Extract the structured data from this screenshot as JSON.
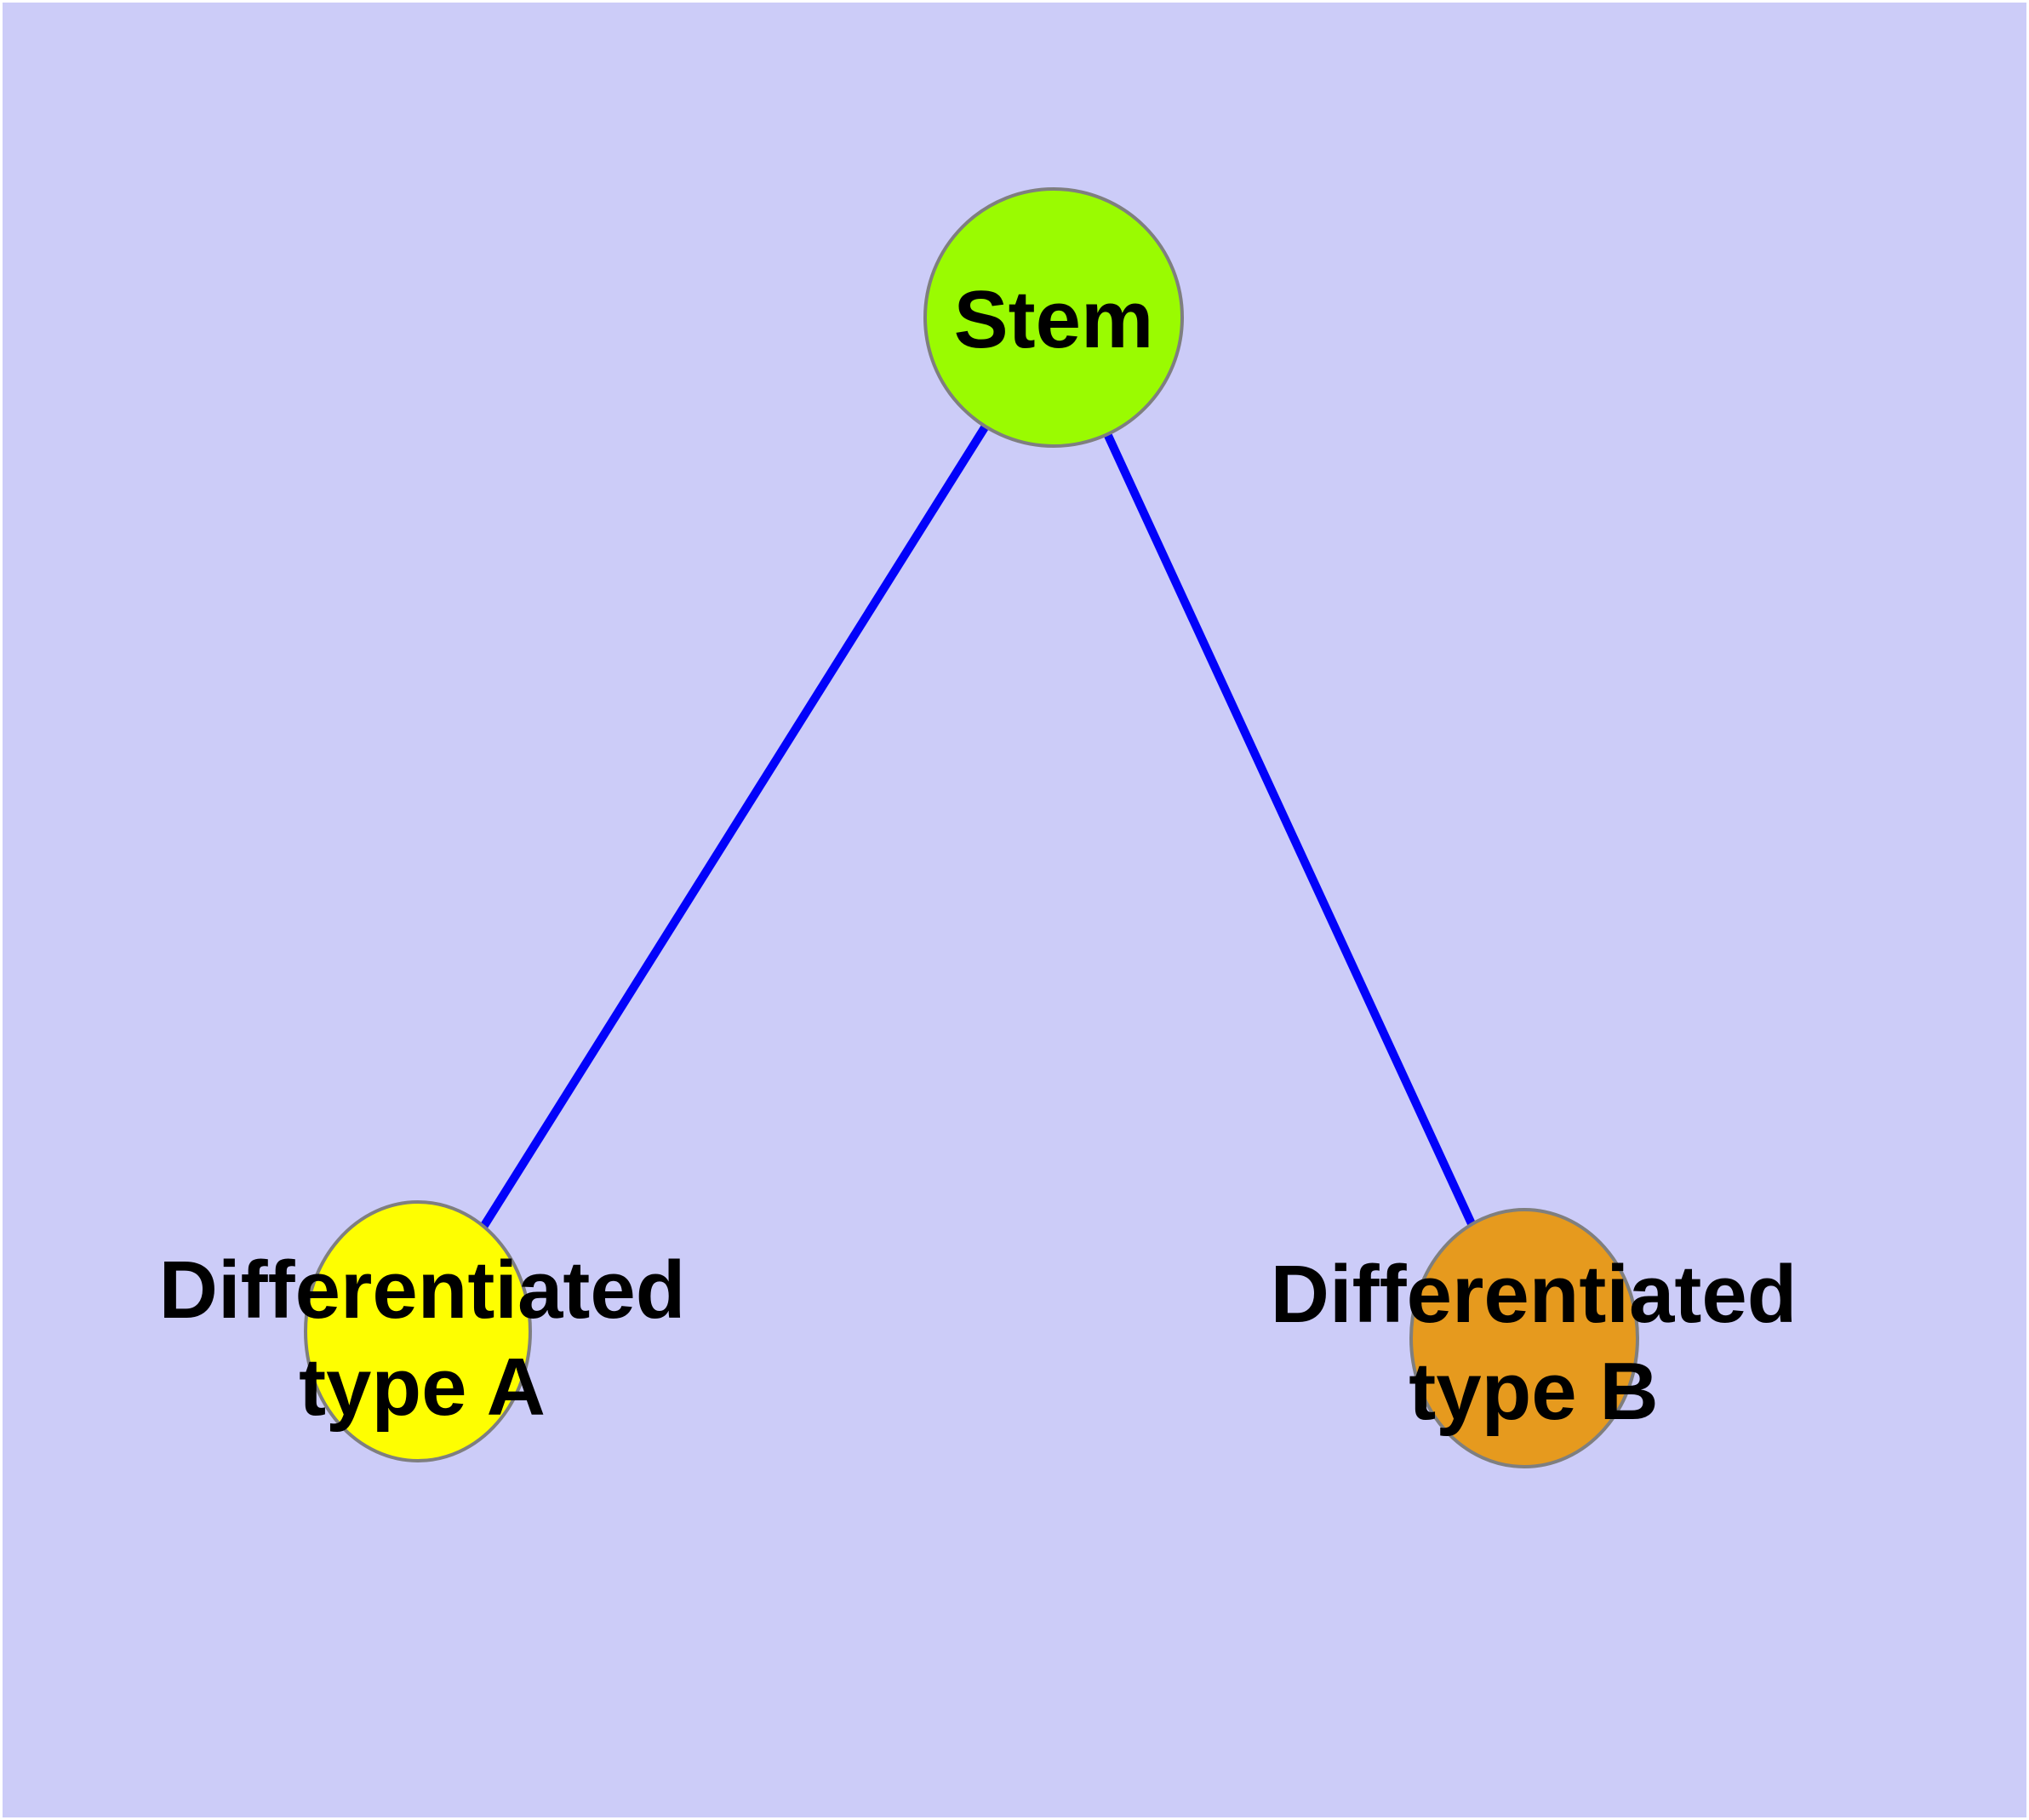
{
  "diagram": {
    "type": "graph",
    "background_color": "#ccccf8",
    "page_margin_color": "#ffffff",
    "edge_color": "#0202fa",
    "node_border_color": "#7f7f7f",
    "text_color": "#000000",
    "nodes": [
      {
        "id": "stem",
        "label": "Stem",
        "lines": [
          "Stem"
        ],
        "fill": "#9afb01"
      },
      {
        "id": "differentiated-type-a",
        "label": "Differentiated type A",
        "lines": [
          "Differentiated",
          "type A"
        ],
        "fill": "#fefe01"
      },
      {
        "id": "differentiated-type-b",
        "label": "Differentiated type B",
        "lines": [
          "Differentiated",
          "type B"
        ],
        "fill": "#e69a1e"
      }
    ],
    "edges": [
      {
        "from": "Stem",
        "to": "Differentiated type A"
      },
      {
        "from": "Stem",
        "to": "Differentiated type B"
      }
    ]
  }
}
